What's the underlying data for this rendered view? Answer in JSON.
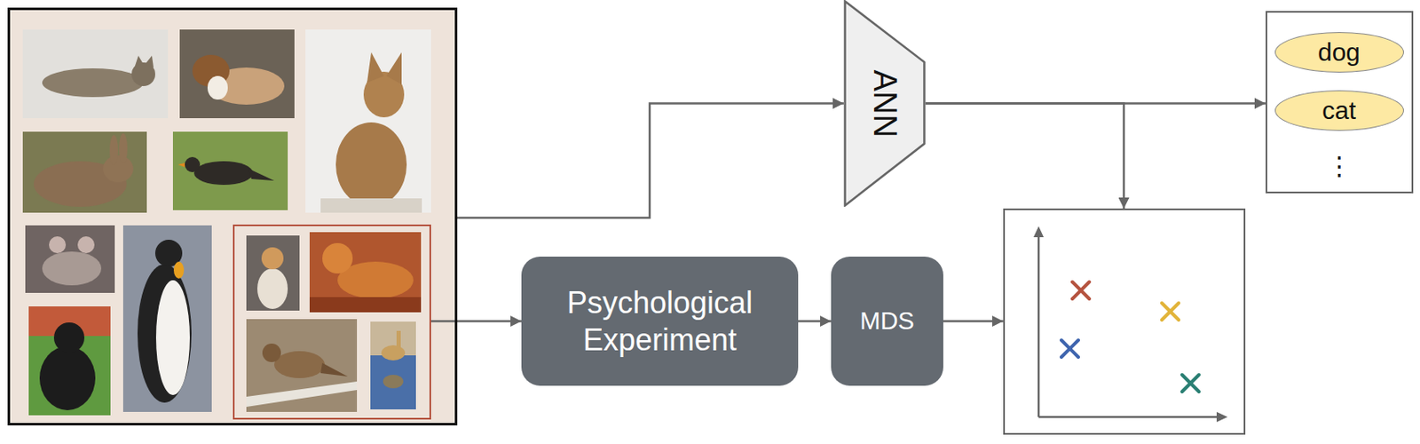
{
  "diagram": {
    "nodes": [
      {
        "text": []
      },
      {
        "text": [],
        "in": 0
      },
      {
        "text": [
          "ANN"
        ]
      },
      {
        "text": [
          "⋮"
        ]
      },
      {
        "text": [
          "dog"
        ],
        "in": 3
      },
      {
        "text": [
          "cat"
        ],
        "in": 3
      },
      {
        "text": [
          "Psychological Experiment"
        ]
      },
      {
        "text": [
          "MDS"
        ]
      },
      {
        "text": []
      }
    ],
    "edges": [
      {
        "from": 0,
        "to": 2,
        "arrow": "to"
      },
      {
        "from": 1,
        "to": 6,
        "arrow": "to"
      },
      {
        "from": 6,
        "to": 7,
        "arrow": "to"
      },
      {
        "from": 7,
        "to": 8,
        "arrow": "to"
      },
      {
        "from": 2,
        "to": 3,
        "arrow": "to"
      },
      {
        "from": 2,
        "to": 8,
        "arrow": "to"
      }
    ]
  }
}
